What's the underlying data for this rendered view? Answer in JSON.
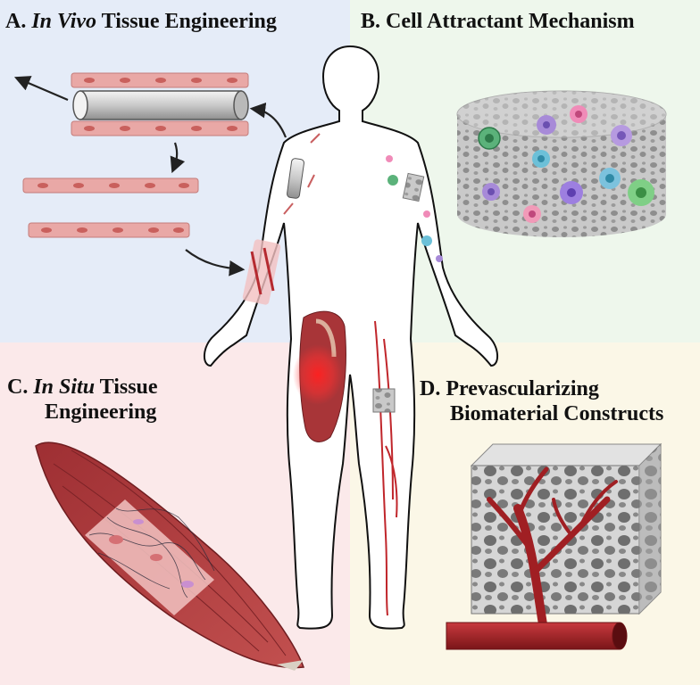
{
  "panels": {
    "a": {
      "prefix": "A. ",
      "emph": "In Vivo",
      "rest": " Tissue Engineering"
    },
    "b": {
      "text": "B. Cell Attractant Mechanism"
    },
    "c": {
      "prefix": "C. ",
      "emph": "In Situ",
      "rest": " Tissue",
      "line2": "Engineering"
    },
    "d": {
      "line1": "D. Prevascularizing",
      "line2": "Biomaterial Constructs"
    }
  },
  "colors": {
    "panel_a_bg": "#e5ecf8",
    "panel_b_bg": "#eef7ec",
    "panel_c_bg": "#fbe9ea",
    "panel_d_bg": "#fbf7e7",
    "muscle": "#a8383a",
    "vessel": "#b0282c",
    "scaffold": "#c8c8c8"
  }
}
